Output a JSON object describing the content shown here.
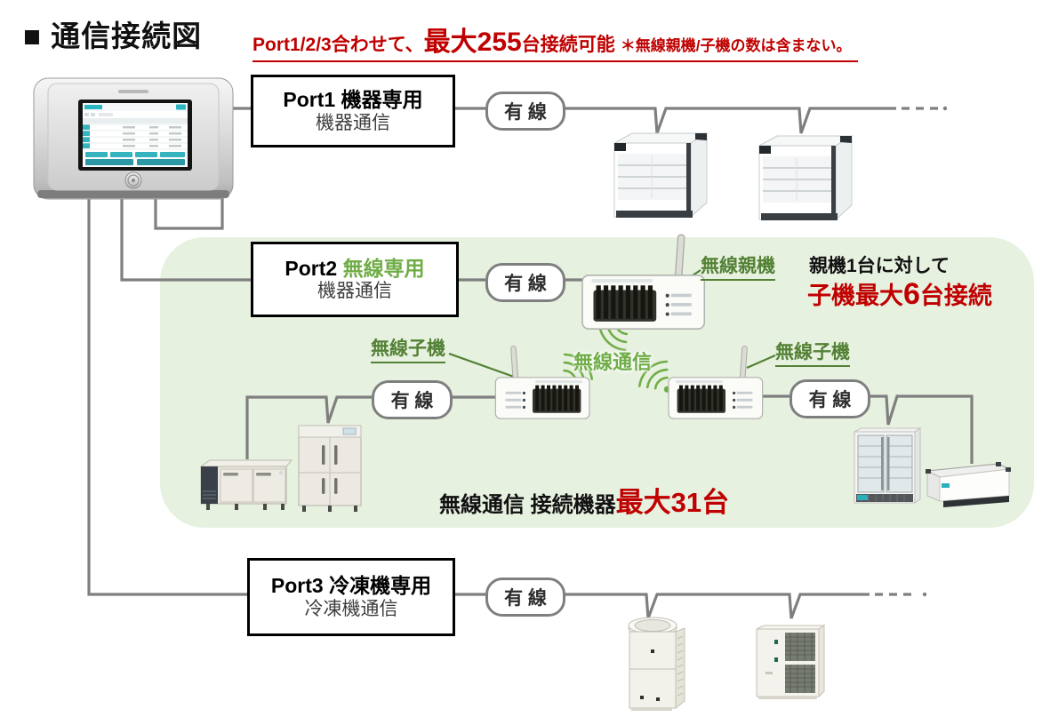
{
  "title": "■ 通信接続図",
  "header_note": {
    "prefix": "Port1/2/3合わせて、",
    "max": "最大255",
    "suffix": "台接続可能",
    "asterisk": "＊無線親機/子機の数は含まない。"
  },
  "ports": {
    "port1": {
      "title": "Port1 機器専用",
      "subtitle": "機器通信"
    },
    "port2": {
      "title_prefix": "Port2 ",
      "title_highlight": "無線専用",
      "subtitle": "機器通信"
    },
    "port3": {
      "title": "Port3 冷凍機専用",
      "subtitle": "冷凍機通信"
    }
  },
  "labels": {
    "wired": "有 線",
    "wireless_parent": "無線親機",
    "wireless_child": "無線子機",
    "wireless_comm": "無線通信",
    "parent_capacity": "親機1台に対して",
    "child_capacity": {
      "prefix": "子機最大",
      "number": "6",
      "suffix": "台接続"
    },
    "wireless_total": {
      "prefix": "無線通信 接続機器",
      "highlight": "最大31台"
    }
  },
  "colors": {
    "accent_green": "#70ad47",
    "label_green": "#538135",
    "alert_red": "#c00000",
    "wire_gray": "#7f7f7f",
    "zone_background": "#e7f1e0"
  }
}
